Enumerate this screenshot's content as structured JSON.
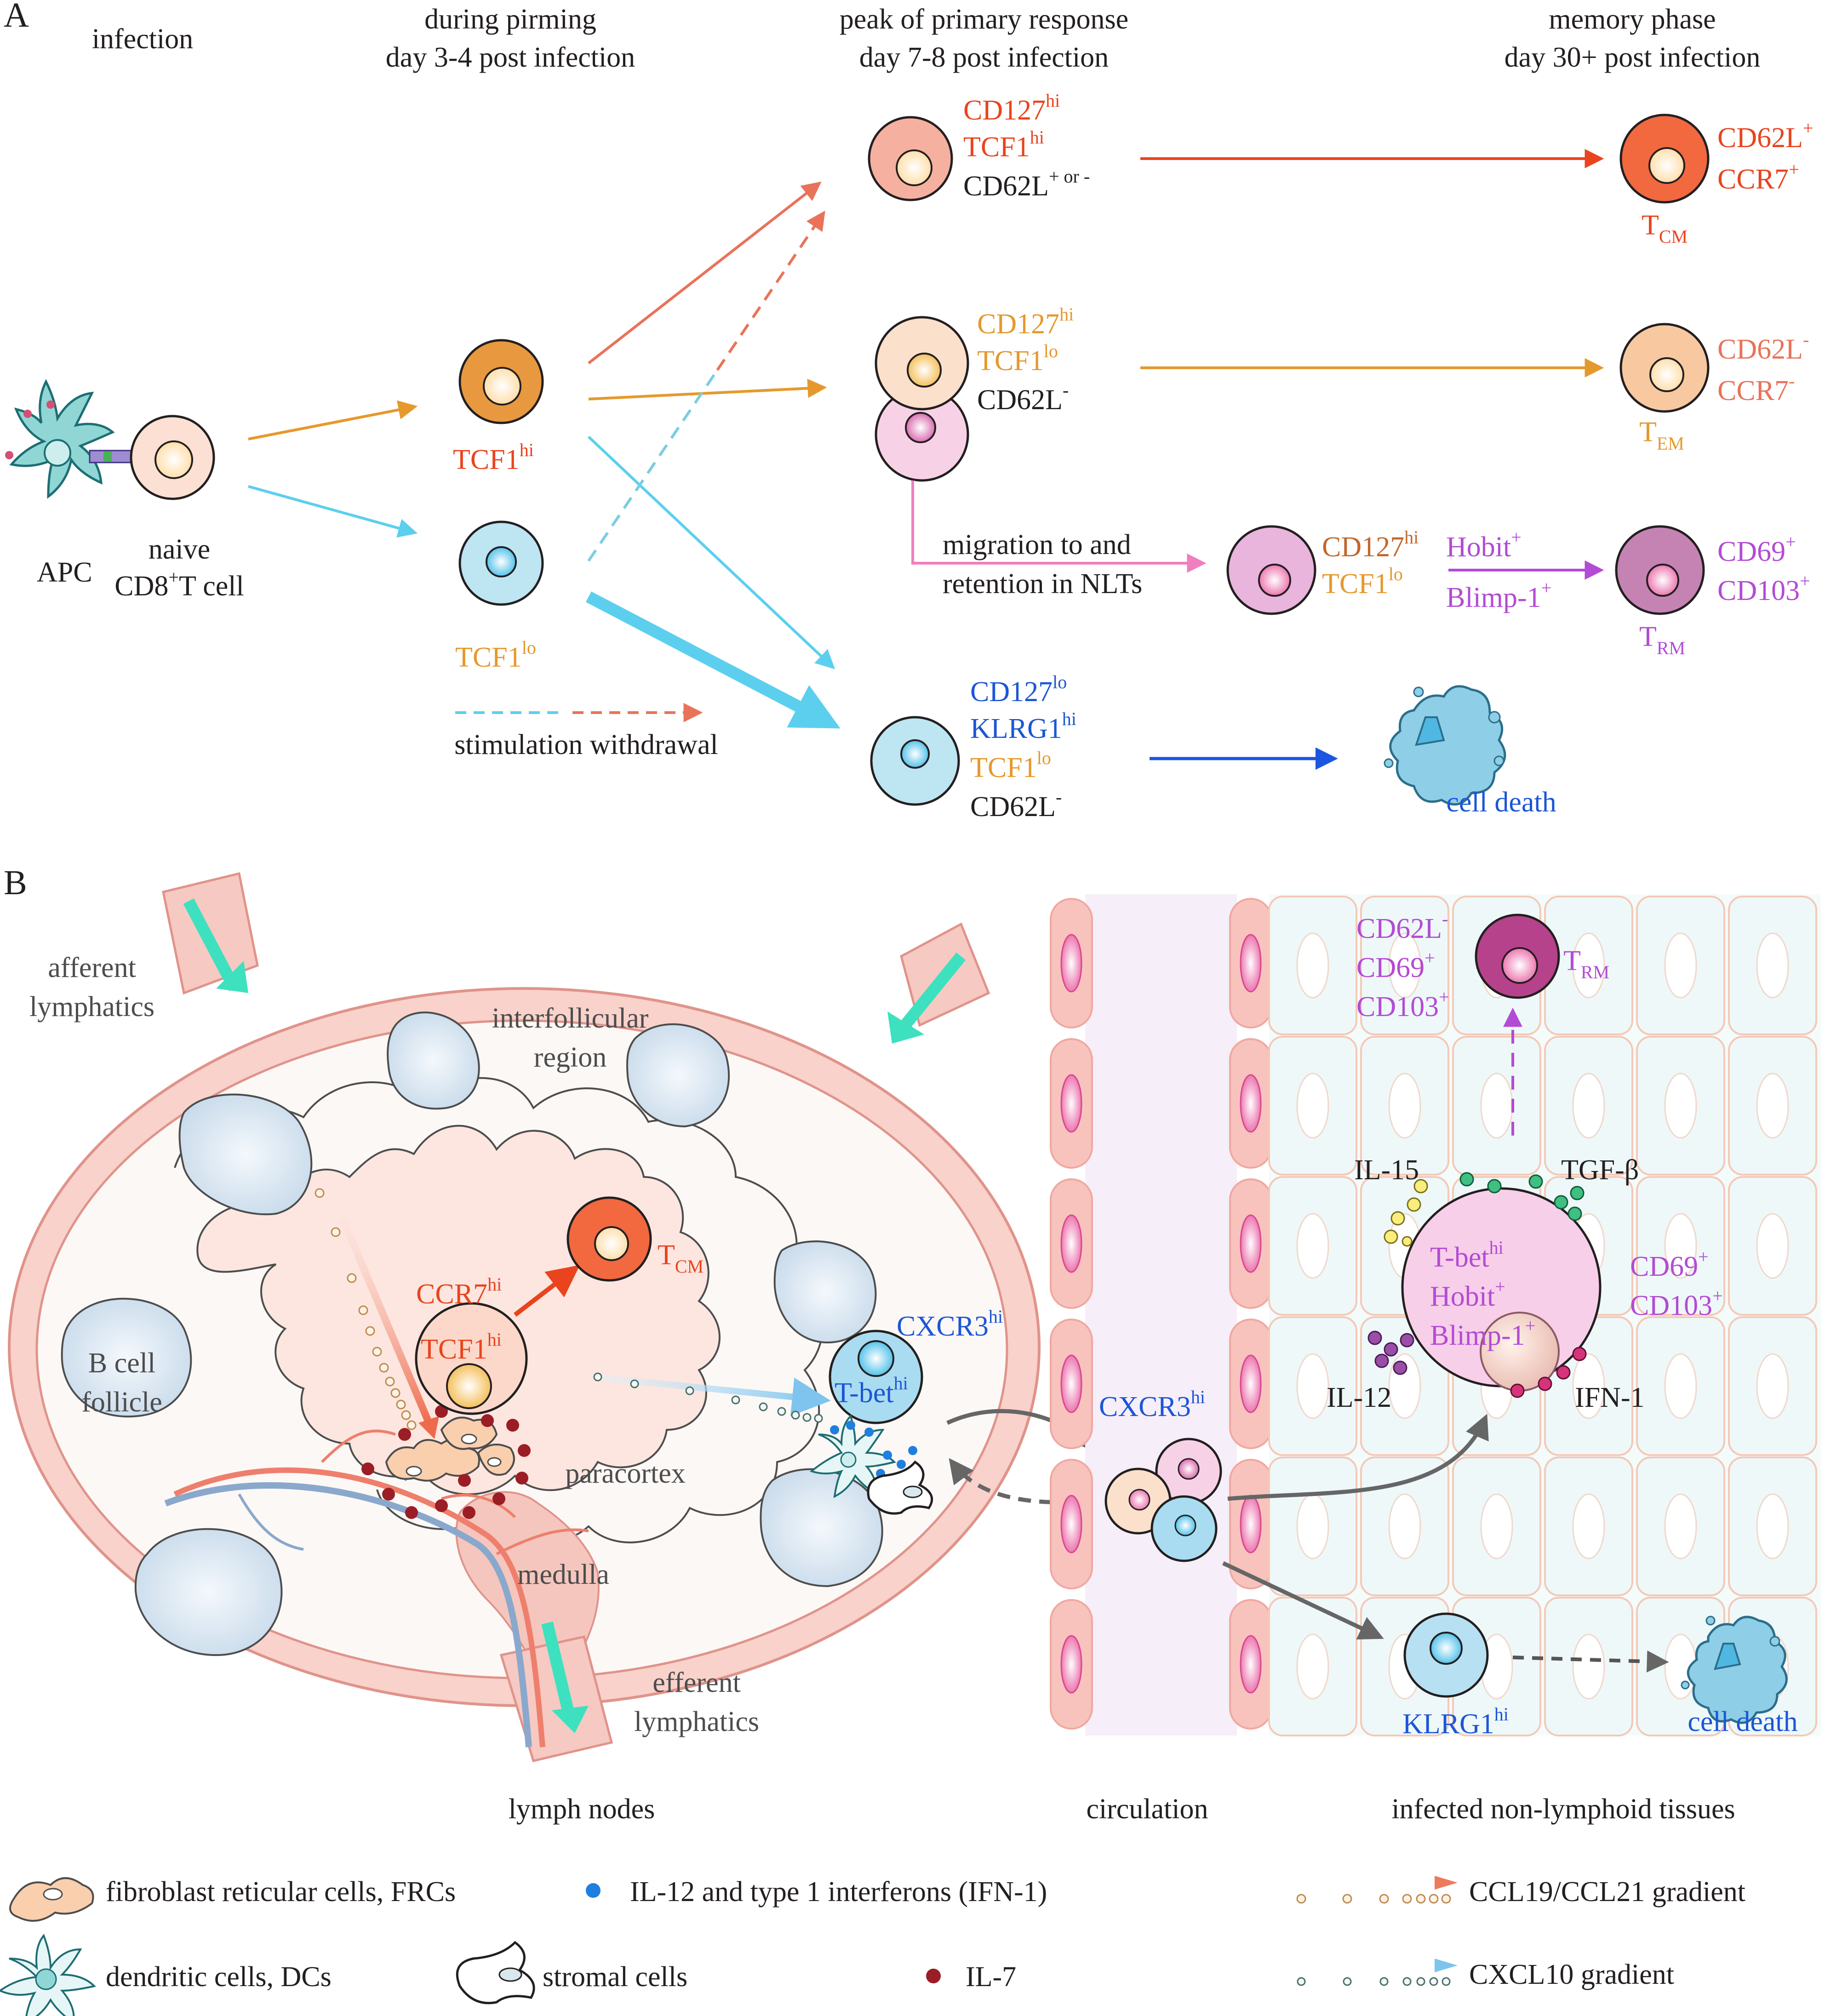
{
  "panelA": {
    "label": "A",
    "stages": {
      "infection": "infection",
      "priming1": "during pirming",
      "priming2": "day 3-4 post infection",
      "peak1": "peak of primary response",
      "peak2": "day 7-8 post infection",
      "memory1": "memory phase",
      "memory2": "day 30+ post infection"
    },
    "apc": "APC",
    "naive1": "naive",
    "naive2a": "CD8",
    "naive2b": "+",
    "naive2c": "T cell",
    "tcf1hi": {
      "base": "TCF1",
      "sup": "hi"
    },
    "tcf1lo": {
      "base": "TCF1",
      "sup": "lo"
    },
    "stimulation": "stimulation withdrawal",
    "peakTop": {
      "l1": {
        "base": "CD127",
        "sup": "hi"
      },
      "l2": {
        "base": "TCF1",
        "sup": "hi"
      },
      "l3": {
        "base": "CD62L",
        "sup": "+ or -"
      }
    },
    "peakMid": {
      "l1": {
        "base": "CD127",
        "sup": "hi"
      },
      "l2": {
        "base": "TCF1",
        "sup": "lo"
      },
      "l3": {
        "base": "CD62L",
        "sup": "-"
      }
    },
    "peakBottom": {
      "l1": {
        "base": "CD127",
        "sup": "lo"
      },
      "l2": {
        "base": "KLRG1",
        "sup": "hi"
      },
      "l3": {
        "base": "TCF1",
        "sup": "lo"
      },
      "l4": {
        "base": "CD62L",
        "sup": "-"
      }
    },
    "migration1": "migration to and",
    "migration2": "retention in NLTs",
    "nlt": {
      "l1": {
        "base": "CD127",
        "sup": "hi"
      },
      "l2": {
        "base": "TCF1",
        "sup": "lo"
      }
    },
    "hobit": {
      "base": "Hobit",
      "sup": "+"
    },
    "blimp": {
      "base": "Blimp-1",
      "sup": "+"
    },
    "tcm": {
      "l1": {
        "base": "CD62L",
        "sup": "+"
      },
      "l2": {
        "base": "CCR7",
        "sup": "+"
      },
      "name": "T",
      "sub": "CM"
    },
    "tem": {
      "l1": {
        "base": "CD62L",
        "sup": "-"
      },
      "l2": {
        "base": "CCR7",
        "sup": "-"
      },
      "name": "T",
      "sub": "EM"
    },
    "trm": {
      "l1": {
        "base": "CD69",
        "sup": "+"
      },
      "l2": {
        "base": "CD103",
        "sup": "+"
      },
      "name": "T",
      "sub": "RM"
    },
    "celldeath": "cell death"
  },
  "panelB": {
    "label": "B",
    "afferent1": "afferent",
    "afferent2": "lymphatics",
    "interfollicular1": "interfollicular",
    "interfollicular2": "region",
    "bcell1": "B cell",
    "bcell2": "follicle",
    "paracortex": "paracortex",
    "medulla": "medulla",
    "efferent1": "efferent",
    "efferent2": "lymphatics",
    "ccr7": {
      "base": "CCR7",
      "sup": "hi"
    },
    "tcf1": {
      "base": "TCF1",
      "sup": "hi"
    },
    "tcm": {
      "name": "T",
      "sub": "CM"
    },
    "cxcr3a": {
      "base": "CXCR3",
      "sup": "hi"
    },
    "tbet": {
      "base": "T-bet",
      "sup": "hi"
    },
    "cxcr3b": {
      "base": "CXCR3",
      "sup": "hi"
    },
    "trmMarkers": {
      "l1": {
        "base": "CD62L",
        "sup": "-"
      },
      "l2": {
        "base": "CD69",
        "sup": "+"
      },
      "l3": {
        "base": "CD103",
        "sup": "+"
      }
    },
    "trm": {
      "name": "T",
      "sub": "RM"
    },
    "il15": "IL-15",
    "tgfb": "TGF-β",
    "il12": "IL-12",
    "ifn1": "IFN-1",
    "bigCell": {
      "l1": {
        "base": "T-bet",
        "sup": "hi"
      },
      "l2": {
        "base": "Hobit",
        "sup": "+"
      },
      "l3": {
        "base": "Blimp-1",
        "sup": "+"
      }
    },
    "cd69": {
      "base": "CD69",
      "sup": "+"
    },
    "cd103": {
      "base": "CD103",
      "sup": "+"
    },
    "klrg1": {
      "base": "KLRG1",
      "sup": "hi"
    },
    "celldeath": "cell death",
    "sections": {
      "lymph": "lymph nodes",
      "circulation": "circulation",
      "infected": "infected non-lymphoid tissues"
    }
  },
  "legend": {
    "frc": "fibroblast reticular cells, FRCs",
    "il12ifn": "IL-12 and type 1 interferons (IFN-1)",
    "ccl": "CCL19/CCL21 gradient",
    "dc": "dendritic cells, DCs",
    "stromal": "stromal cells",
    "il7": "IL-7",
    "cxcl10": "CXCL10 gradient"
  },
  "colors": {
    "red": "#e9441e",
    "orange": "#e5992c",
    "purple": "#b34bd4",
    "blue": "#1c66d6",
    "dark": "#231f20",
    "gray": "#4d4d4d"
  }
}
